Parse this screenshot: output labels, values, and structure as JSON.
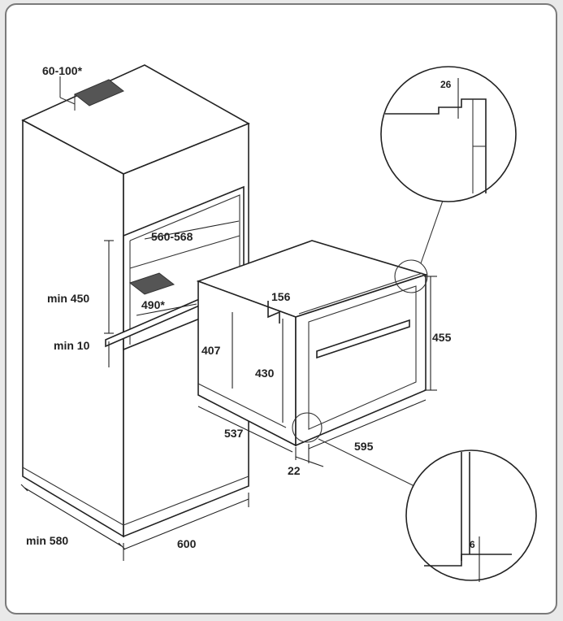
{
  "dimensions": {
    "vent_angle": "60-100*",
    "niche_width": "560-568",
    "niche_depth": "490*",
    "niche_min_height": "min 450",
    "min_gap": "min 10",
    "cabinet_min_depth": "min 580",
    "cabinet_width": "600",
    "oven_height_407": "407",
    "oven_height_430": "430",
    "oven_top_156": "156",
    "oven_front_height": "455",
    "oven_depth": "537",
    "oven_width": "595",
    "front_offset": "22",
    "detail_top": "26",
    "detail_bottom": "6"
  },
  "colors": {
    "line": "#222222",
    "vent": "#555555",
    "frame": "#7a7a7a"
  }
}
